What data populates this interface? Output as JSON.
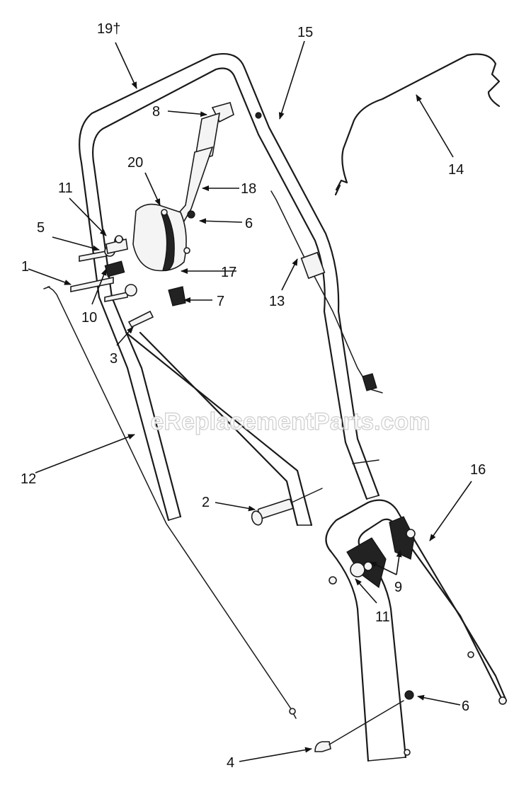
{
  "watermark": "eReplacementParts.com",
  "callouts": [
    {
      "id": "c19",
      "label": "19†"
    },
    {
      "id": "c15",
      "label": "15"
    },
    {
      "id": "c8",
      "label": "8"
    },
    {
      "id": "c14",
      "label": "14"
    },
    {
      "id": "c20",
      "label": "20"
    },
    {
      "id": "c18",
      "label": "18"
    },
    {
      "id": "c11a",
      "label": "11"
    },
    {
      "id": "c5",
      "label": "5"
    },
    {
      "id": "c6a",
      "label": "6"
    },
    {
      "id": "c1",
      "label": "1"
    },
    {
      "id": "c17",
      "label": "17"
    },
    {
      "id": "c13",
      "label": "13"
    },
    {
      "id": "c10",
      "label": "10"
    },
    {
      "id": "c7",
      "label": "7"
    },
    {
      "id": "c3",
      "label": "3"
    },
    {
      "id": "c12",
      "label": "12"
    },
    {
      "id": "c16",
      "label": "16"
    },
    {
      "id": "c2",
      "label": "2"
    },
    {
      "id": "c9",
      "label": "9"
    },
    {
      "id": "c11b",
      "label": "11"
    },
    {
      "id": "c6b",
      "label": "6"
    },
    {
      "id": "c4",
      "label": "4"
    }
  ]
}
